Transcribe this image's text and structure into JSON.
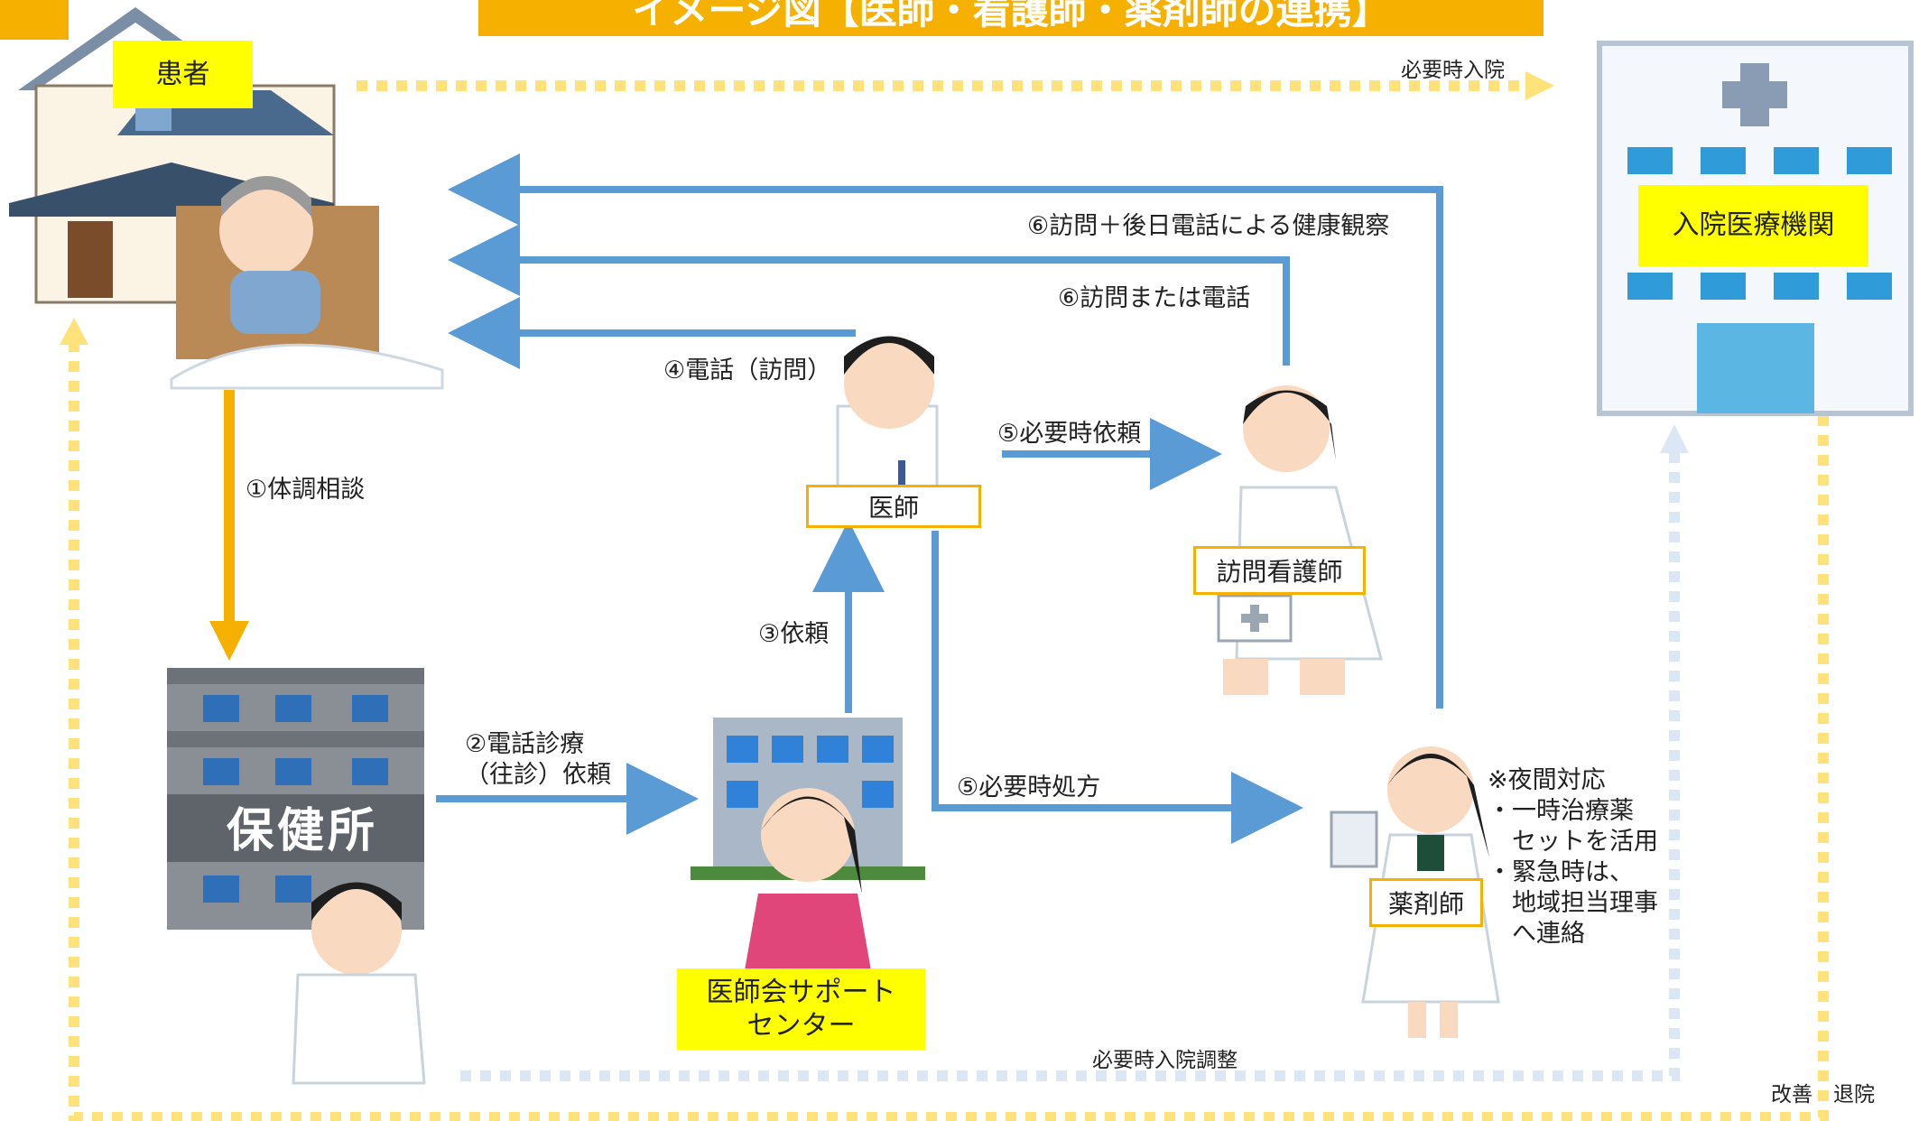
{
  "title": "イメージ図【医師・看護師・薬剤師の連携】",
  "nodes": {
    "patient": "患者",
    "hospital": "入院医療機関",
    "doctor": "医師",
    "nurse": "訪問看護師",
    "pharmacist": "薬剤師",
    "health_center": "保健所",
    "support_center": "医師会サポート\nセンター"
  },
  "arrows": {
    "a1": "①体調相談",
    "a2": "②電話診療\n（往診）依頼",
    "a3": "③依頼",
    "a4": "④電話（訪問）",
    "a5a": "⑤必要時依頼",
    "a5b": "⑤必要時処方",
    "a6a": "⑥訪問＋後日電話による健康観察",
    "a6b": "⑥訪問または電話",
    "admit": "必要時入院",
    "admit_adjust": "必要時入院調整",
    "discharge": "改善　退院"
  },
  "night_note": {
    "heading": "※夜間対応",
    "bullets": [
      "・一時治療薬\n　セットを活用",
      "・緊急時は、\n　地域担当理事\n　へ連絡"
    ]
  },
  "colors": {
    "orange": "#f6b100",
    "blue": "#5b9bd5",
    "yellow_dots": "#ffe27a",
    "lightblue_dots": "#dbe7f5",
    "label_yellow": "#ffff00"
  }
}
